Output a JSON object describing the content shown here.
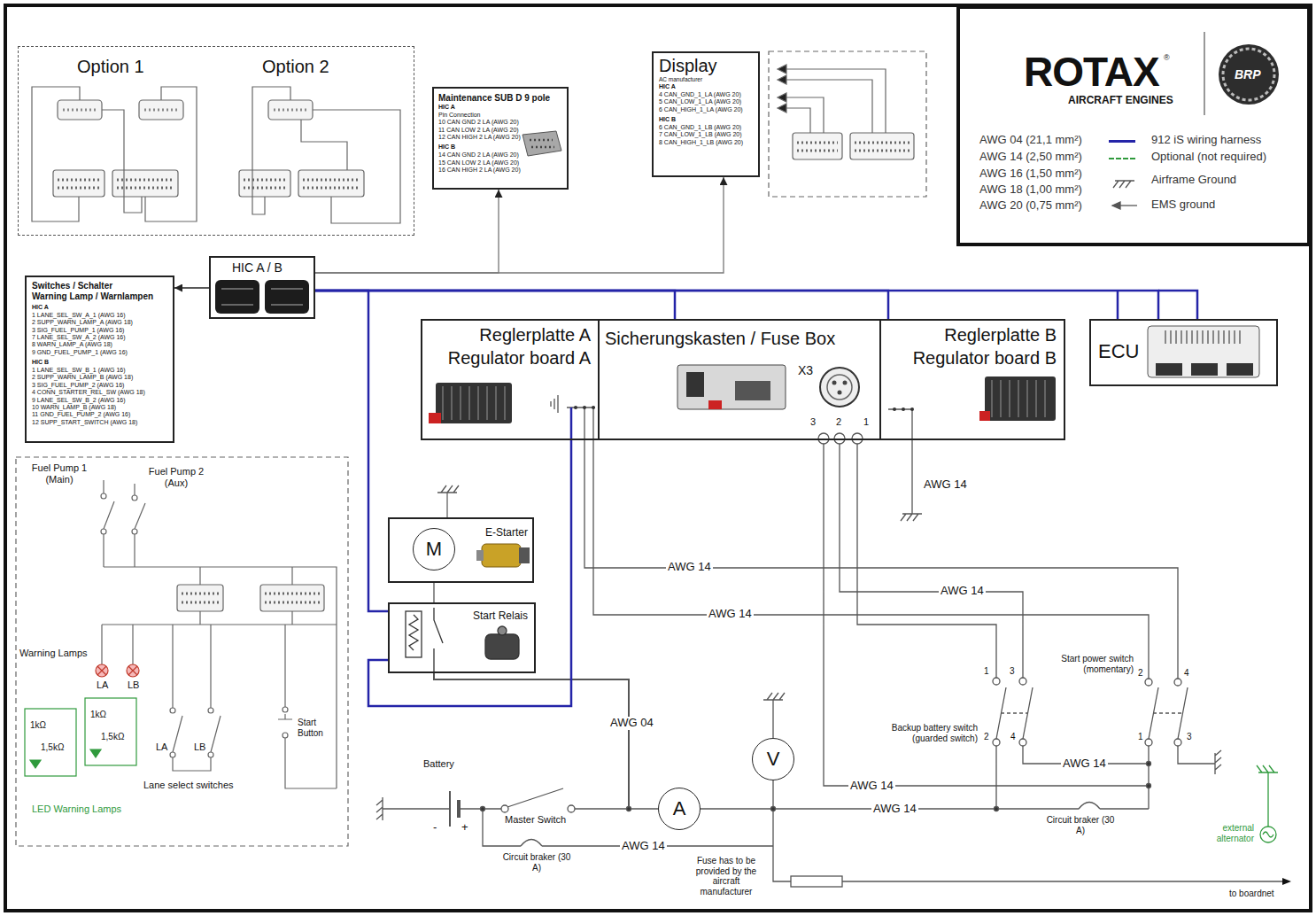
{
  "diagram": {
    "nodes": [
      {
        "text": [
          "Option 1",
          "Option 2"
        ]
      },
      {
        "text": [
          "Maintenance SUB D 9 pole",
          "HIC A",
          "Pin Connection",
          "10 CAN GND 2 LA (AWG 20)",
          "11 CAN LOW 2 LA (AWG 20)",
          "12 CAN HIGH 2 LA (AWG 20)",
          "HIC B",
          "14 CAN GND 2 LA (AWG 20)",
          "15 CAN LOW 2 LA (AWG 20)",
          "16 CAN HIGH 2 LA (AWG 20)"
        ]
      },
      {
        "text": [
          "Display",
          "AC manufacturer",
          "HIC A",
          "4 CAN_GND_1_LA (AWG 20)",
          "5 CAN_LOW_1_LA (AWG 20)",
          "6 CAN_HIGH_1_LA (AWG 20)",
          "HIC B",
          "6 CAN_GND_1_LB (AWG 20)",
          "7 CAN_LOW_1_LB (AWG 20)",
          "8 CAN_HIGH_1_LB (AWG 20)"
        ]
      },
      {
        "text": [
          "ROTAX",
          "AIRCRAFT ENGINES"
        ]
      },
      {
        "text": [
          "Switches / Schalter",
          "Warning Lamp / Warnlampen",
          "HIC A",
          "1 LANE_SEL_SW_A_1 (AWG 16)",
          "2 SUPP_WARN_LAMP_A (AWG 18)",
          "3 SIG_FUEL_PUMP_1 (AWG 16)",
          "7 LANE_SEL_SW_A_2 (AWG 16)",
          "8 WARN_LAMP_A (AWG 18)",
          "9 GND_FUEL_PUMP_1 (AWG 16)",
          "HIC B",
          "1 LANE_SEL_SW_B_1 (AWG 16)",
          "2 SUPP_WARN_LAMP_B (AWG 18)",
          "3 SIG_FUEL_PUMP_2 (AWG 16)",
          "4 CONN_STARTER_REL_SW (AWG 18)",
          "9 LANE_SEL_SW_B_2 (AWG 16)",
          "10 WARN_LAMP_B (AWG 18)",
          "11 GND_FUEL_PUMP_2 (AWG 16)",
          "12 SUPP_START_SWITCH (AWG 18)"
        ]
      },
      {
        "text": [
          "HIC A / B"
        ]
      },
      {
        "text": [
          "Reglerplatte A",
          "Regulator board A"
        ]
      },
      {
        "text": [
          "Sicherungskasten / Fuse Box"
        ]
      },
      {
        "text": [
          "Reglerplatte B",
          "Regulator board B"
        ]
      },
      {
        "text": [
          "ECU"
        ]
      },
      {
        "text": [
          "E-Starter"
        ]
      },
      {
        "text": [
          "M"
        ],
        "in": 10
      },
      {
        "text": [
          "Start Relais"
        ]
      },
      {
        "text": [
          "A"
        ]
      },
      {
        "text": [
          "V"
        ]
      }
    ],
    "edges": [
      {
        "from": 5,
        "to": 4,
        "arrow": "to"
      },
      {
        "from": 5,
        "to": 1,
        "arrow": "to"
      },
      {
        "from": 5,
        "to": 2,
        "arrow": "to"
      },
      {
        "from": 5,
        "to": 7,
        "arrow": "none"
      },
      {
        "from": 5,
        "to": 8,
        "arrow": "none"
      },
      {
        "from": 5,
        "to": 9,
        "arrow": "none"
      },
      {
        "from": 5,
        "to": 12,
        "arrow": "none"
      },
      {
        "from": 6,
        "to": 12,
        "arrow": "none"
      },
      {
        "from": 10,
        "to": 12,
        "arrow": "none"
      }
    ],
    "labels": [
      "®",
      "BRP",
      "AWG 04 (21,1 mm²)",
      "AWG 14 (2,50 mm²)",
      "AWG 16 (1,50 mm²)",
      "AWG 18 (1,00 mm²)",
      "AWG 20 (0,75 mm²)",
      "X3",
      "3",
      "2",
      "1",
      "Fuel Pump 1 (Main)",
      "Fuel Pump 2 (Aux)",
      "Warning Lamps",
      "LA",
      "LB",
      "1kΩ",
      "1,5kΩ",
      "1kΩ",
      "1,5kΩ",
      "LA",
      "LB",
      "Start Button",
      "Lane select switches",
      "LED Warning Lamps",
      "AWG 14",
      "AWG 14",
      "AWG 14",
      "AWG 14",
      "Start power switch (momentary)",
      "1",
      "3",
      "2",
      "4",
      "Backup battery switch (guarded switch)",
      "2",
      "4",
      "1",
      "3",
      "AWG 04",
      "Battery",
      "-",
      "+",
      "Master Switch",
      "AWG 14",
      "AWG 14",
      "AWG 14",
      "Circuit braker (30 A)",
      "AWG 14",
      "Circuit braker (30 A)",
      "Fuse has to be provided by the aircraft manufacturer",
      "external alternator",
      "to boardnet"
    ],
    "legend": [
      {
        "text": "912 iS wiring harness",
        "color": "#2424a8"
      },
      {
        "text": "Optional (not required)",
        "color": "#2f9a3c"
      },
      {
        "text": "Airframe Ground"
      },
      {
        "text": "EMS ground"
      }
    ]
  }
}
